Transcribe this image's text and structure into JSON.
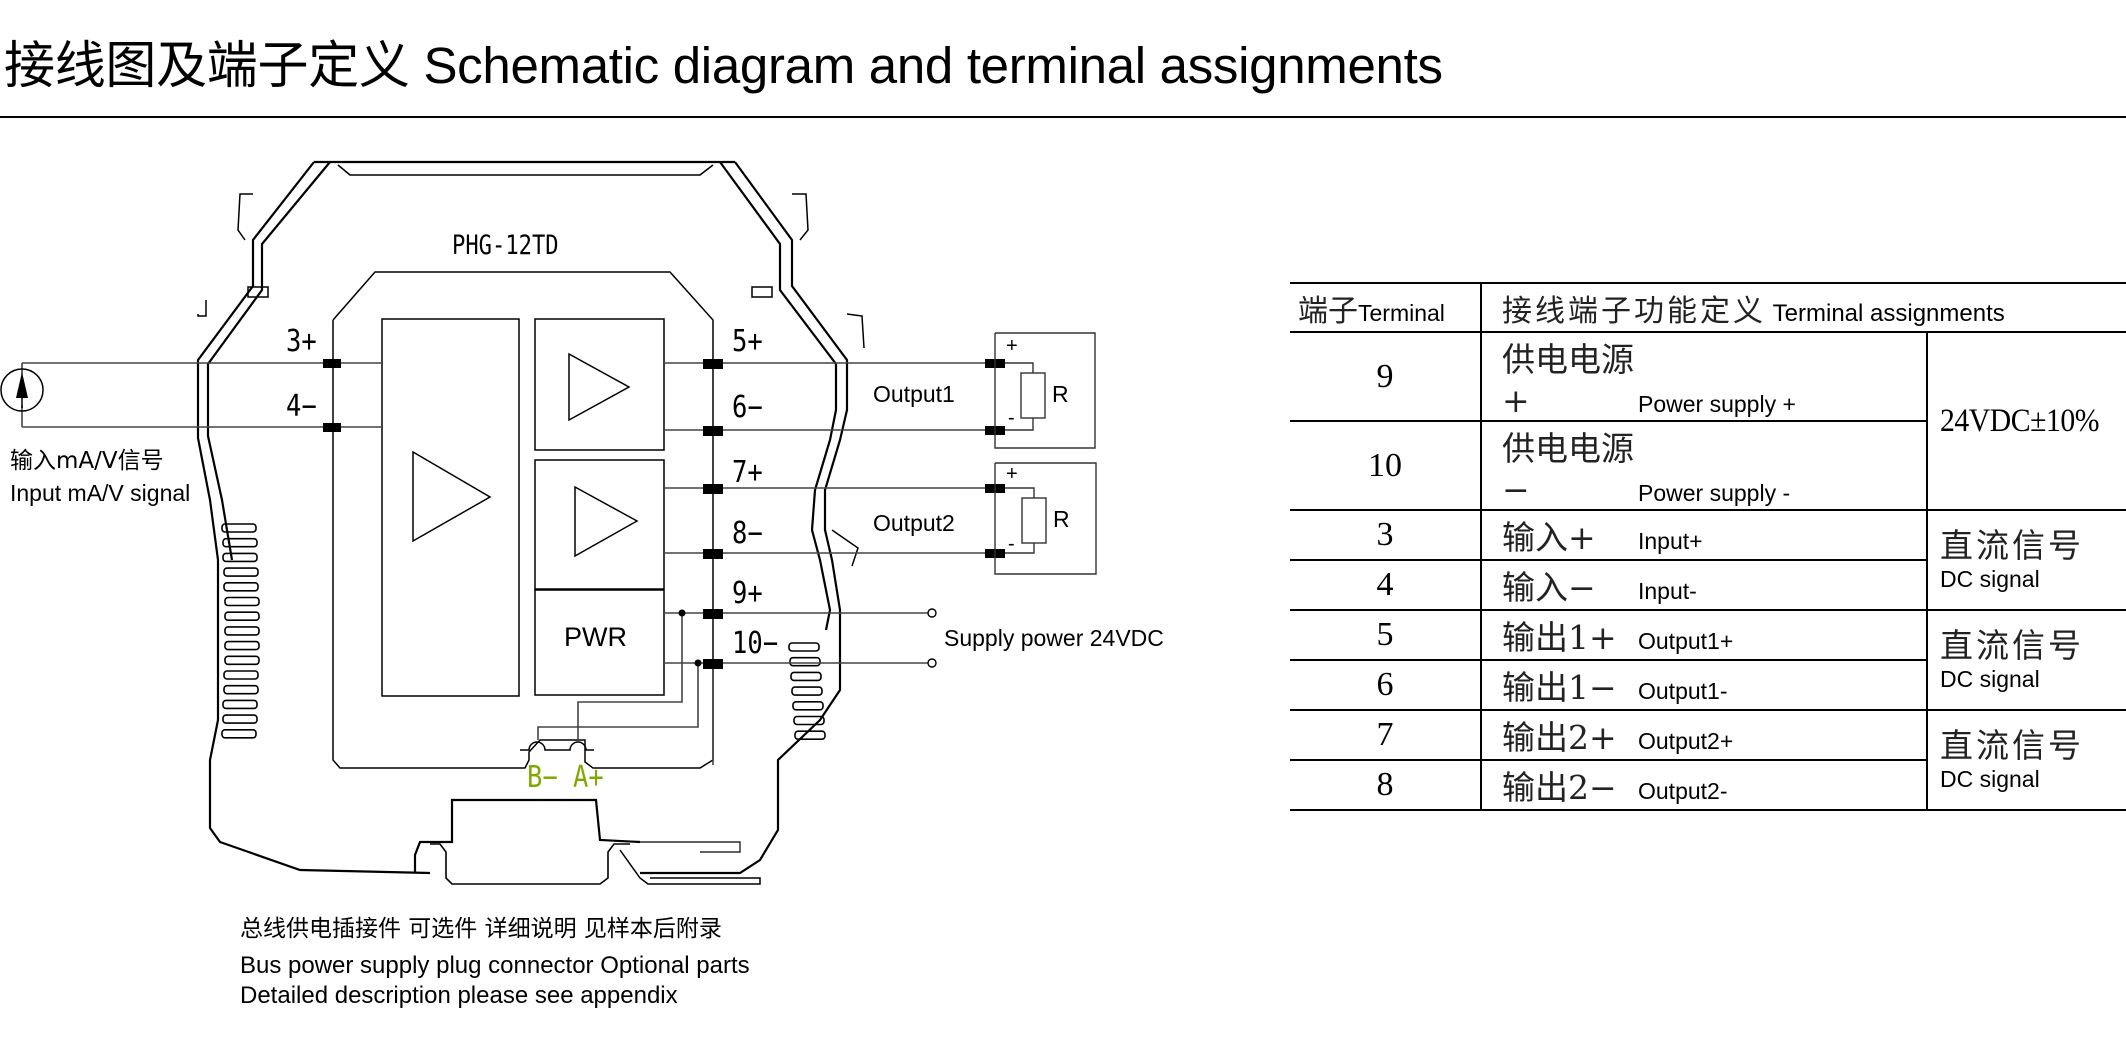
{
  "title": "接线图及端子定义  Schematic diagram and terminal assignments",
  "device": {
    "model": "PHG-12TD",
    "input_terminals": [
      "3+",
      "4−"
    ],
    "output_terminals": [
      "5+",
      "6−",
      "7+",
      "8−",
      "9+",
      "10−"
    ],
    "pwr_label": "PWR",
    "bus_terminals": "B− A+",
    "colors": {
      "bus_label": "#7fa800",
      "line": "#000000",
      "wire": "#444444"
    }
  },
  "input": {
    "label_cn": "输入mA/V信号",
    "label_en": "Input mA/V signal",
    "source_icon": "current-source-icon"
  },
  "outputs": [
    {
      "label": "Output1",
      "plus": "+",
      "minus": "-",
      "load": "R"
    },
    {
      "label": "Output2",
      "plus": "+",
      "minus": "-",
      "load": "R"
    }
  ],
  "supply": {
    "label": "Supply power 24VDC"
  },
  "notes": {
    "cn": "总线供电插接件  可选件  详细说明  见样本后附录",
    "en1": "Bus power supply plug connector  Optional parts",
    "en2": "Detailed description please see appendix"
  },
  "table": {
    "header": {
      "terminal_cn": "端子",
      "terminal_en": "Terminal",
      "assign_cn": "接线端子功能定义",
      "assign_en": "Terminal assignments"
    },
    "rows": [
      {
        "terminal": "9",
        "func_cn": "供电电源+",
        "func_en": "Power supply +"
      },
      {
        "terminal": "10",
        "func_cn": "供电电源−",
        "func_en": "Power supply  -"
      },
      {
        "terminal": "3",
        "func_cn": "输入+",
        "func_en": "Input+"
      },
      {
        "terminal": "4",
        "func_cn": "输入−",
        "func_en": "Input-"
      },
      {
        "terminal": "5",
        "func_cn": "输出1+",
        "func_en": "Output1+"
      },
      {
        "terminal": "6",
        "func_cn": "输出1−",
        "func_en": "Output1-"
      },
      {
        "terminal": "7",
        "func_cn": "输出2+",
        "func_en": "Output2+"
      },
      {
        "terminal": "8",
        "func_cn": "输出2−",
        "func_en": "Output2-"
      }
    ],
    "groups": [
      {
        "spec": "24VDC±10%"
      },
      {
        "spec_cn": "直流信号",
        "spec_en": "DC signal"
      },
      {
        "spec_cn": "直流信号",
        "spec_en": "DC signal"
      },
      {
        "spec_cn": "直流信号",
        "spec_en": "DC signal"
      }
    ]
  }
}
